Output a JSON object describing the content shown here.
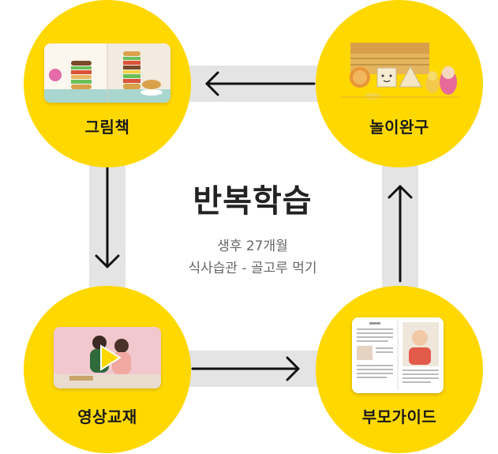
{
  "center": {
    "title": "반복학습",
    "subtitle_line1": "생후 27개월",
    "subtitle_line2": "식사습관 - 골고루 먹기"
  },
  "nodes": {
    "picture_book": {
      "label": "그림책"
    },
    "play_toy": {
      "label": "놀이완구"
    },
    "video": {
      "label": "영상교재"
    },
    "parent_guide": {
      "label": "부모가이드"
    }
  },
  "colors": {
    "circle": "#FFD800",
    "track": "#e4e4e4",
    "arrow": "#111111"
  },
  "icons": {
    "picture_book": "picture-book-thumbnail",
    "play_toy": "play-toy-thumbnail",
    "video": "video-thumbnail",
    "parent_guide": "parent-guide-thumbnail"
  }
}
